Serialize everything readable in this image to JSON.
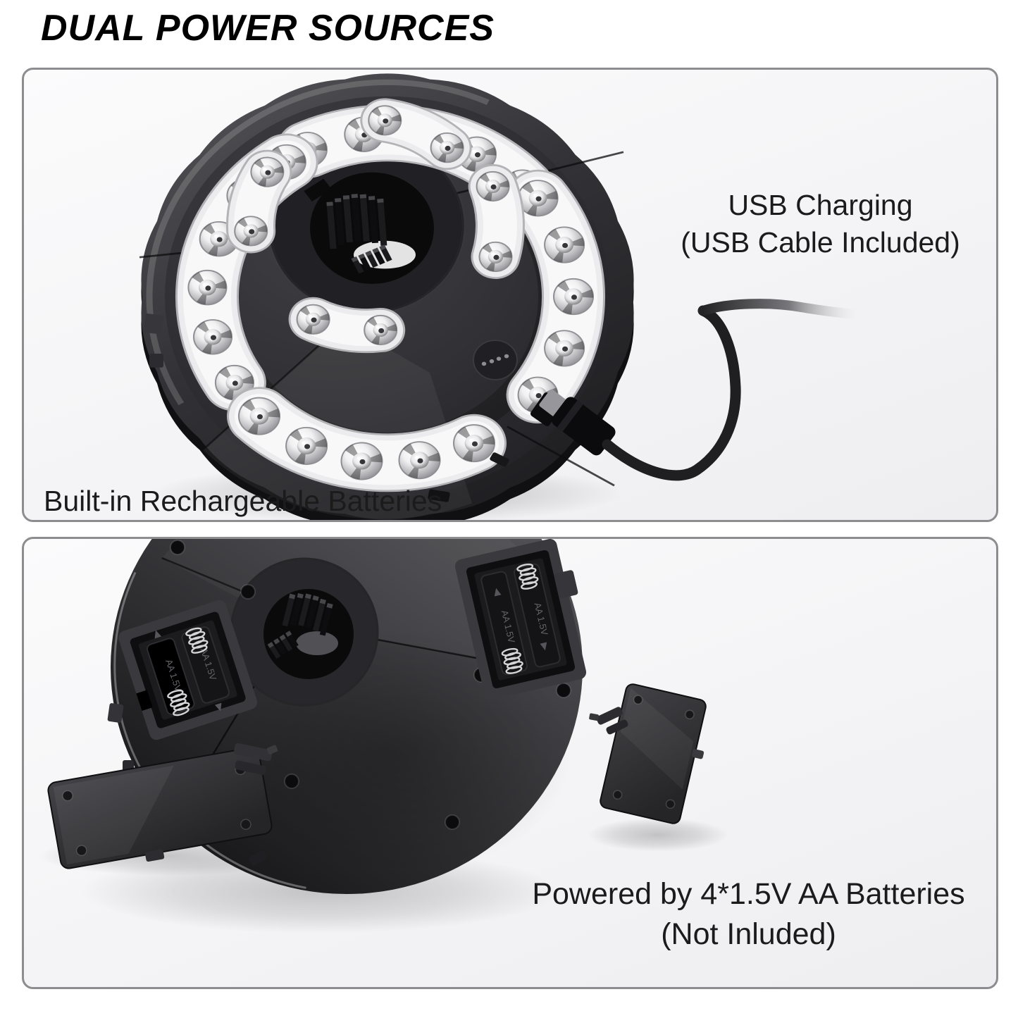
{
  "title": "DUAL POWER SOURCES",
  "top_panel": {
    "caption_left": "Built-in Rechargeable Batteries",
    "caption_right_line1": "USB Charging",
    "caption_right_line2": "(USB Cable Included)"
  },
  "bottom_panel": {
    "caption_line1": "Powered by 4*1.5V AA Batteries",
    "caption_line2": "(Not Inluded)"
  },
  "device": {
    "battery_marking": "AA 1.5V"
  },
  "colors": {
    "panel_border": "#8d8d8f",
    "panel_background": "#f4f4f6",
    "text": "#1b1b1b",
    "device_body": "#2c2c2f"
  }
}
